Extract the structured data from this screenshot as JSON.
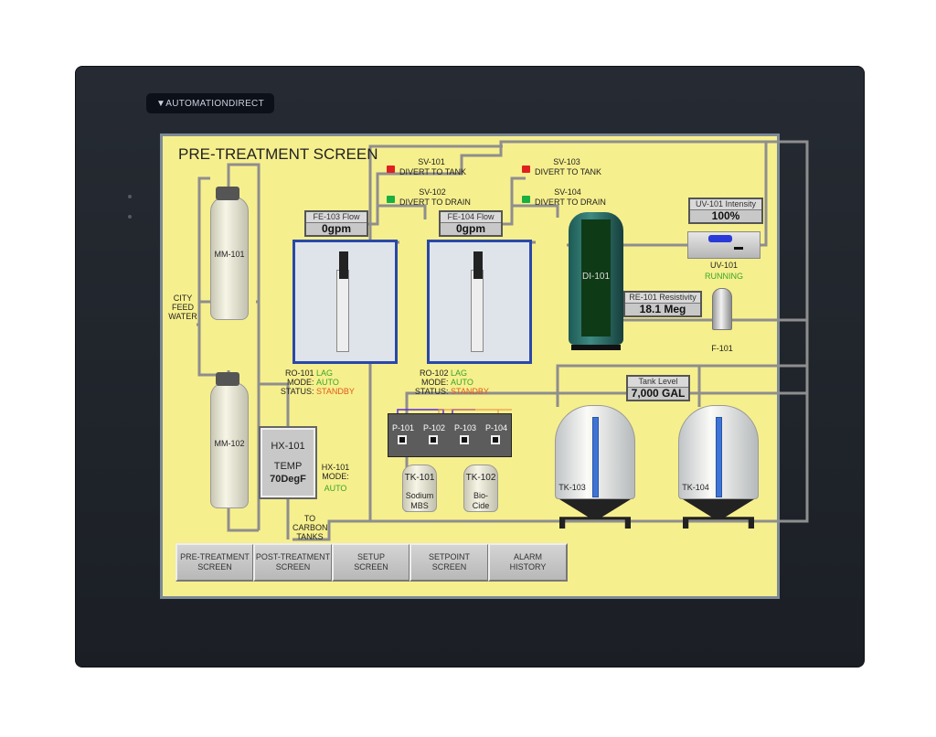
{
  "brand": "AUTOMATIONDIRECT",
  "title": "PRE-TREATMENT SCREEN",
  "valves": [
    {
      "tag": "SV-101",
      "label": "DIVERT TO TANK",
      "state_color": "#e02020"
    },
    {
      "tag": "SV-102",
      "label": "DIVERT TO DRAIN",
      "state_color": "#18b040"
    },
    {
      "tag": "SV-103",
      "label": "DIVERT TO TANK",
      "state_color": "#e02020"
    },
    {
      "tag": "SV-104",
      "label": "DIVERT TO DRAIN",
      "state_color": "#18b040"
    }
  ],
  "displays": {
    "fe103": {
      "label": "FE-103 Flow",
      "value": "0gpm"
    },
    "fe104": {
      "label": "FE-104 Flow",
      "value": "0gpm"
    },
    "uv_intensity": {
      "label": "UV-101 Intensity",
      "value": "100%"
    },
    "resistivity": {
      "label": "RE-101 Resistivity",
      "value": "18.1 Meg"
    },
    "tank_level": {
      "label": "Tank Level",
      "value": "7,000 GAL"
    }
  },
  "feed": {
    "l1": "CITY",
    "l2": "FEED",
    "l3": "WATER"
  },
  "softeners": [
    "MM-101",
    "MM-102"
  ],
  "ro": [
    {
      "tag": "RO-101",
      "role": "LAG",
      "mode_label": "MODE:",
      "mode": "AUTO",
      "status_label": "STATUS:",
      "status": "STANDBY"
    },
    {
      "tag": "RO-102",
      "role": "LAG",
      "mode_label": "MODE:",
      "mode": "AUTO",
      "status_label": "STATUS:",
      "status": "STANDBY"
    }
  ],
  "hx": {
    "tag": "HX-101",
    "temp_label": "TEMP",
    "temp": "70DegF",
    "mode_tag": "HX-101",
    "mode_label": "MODE:",
    "mode": "AUTO"
  },
  "carbon": {
    "l1": "TO",
    "l2": "CARBON",
    "l3": "TANKS"
  },
  "pumps": [
    "P-101",
    "P-102",
    "P-103",
    "P-104"
  ],
  "chem_tanks": [
    {
      "tag": "TK-101",
      "l1": "Sodium",
      "l2": "MBS"
    },
    {
      "tag": "TK-102",
      "l1": "Bio-",
      "l2": "Cide"
    }
  ],
  "di": "DI-101",
  "uv": {
    "tag": "UV-101",
    "status": "RUNNING"
  },
  "filter": "F-101",
  "storage": [
    "TK-103",
    "TK-104"
  ],
  "nav": [
    {
      "l1": "PRE-TREATMENT",
      "l2": "SCREEN"
    },
    {
      "l1": "POST-TREATMENT",
      "l2": "SCREEN"
    },
    {
      "l1": "SETUP",
      "l2": "SCREEN"
    },
    {
      "l1": "SETPOINT",
      "l2": "SCREEN"
    },
    {
      "l1": "ALARM",
      "l2": "HISTORY"
    }
  ]
}
